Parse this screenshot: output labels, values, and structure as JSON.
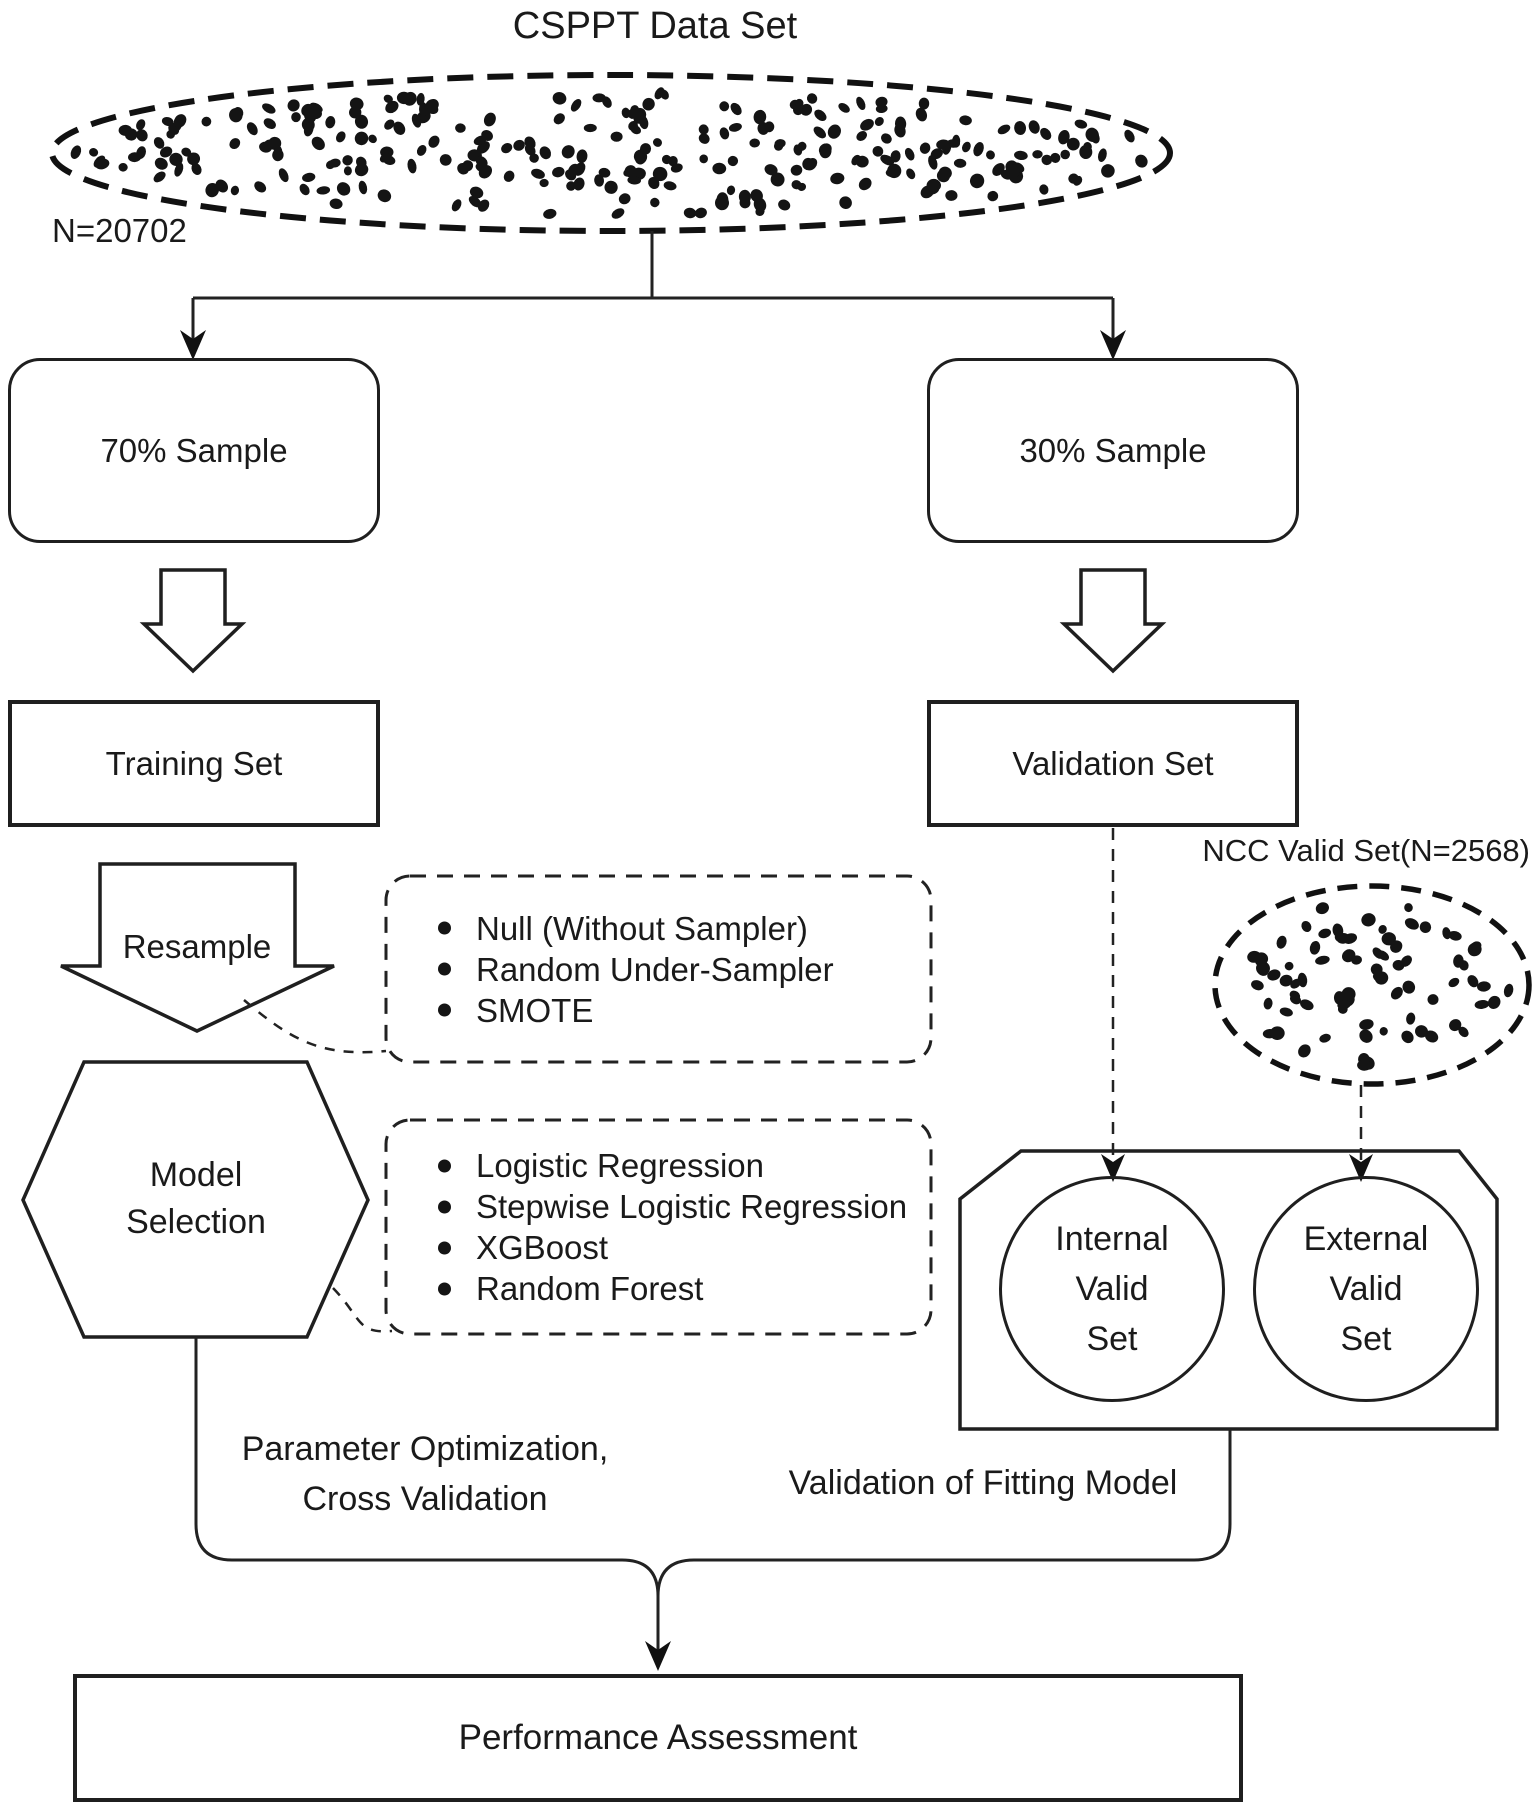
{
  "title": "CSPPT Data Set",
  "dataset": {
    "size_label": "N=20702"
  },
  "split": {
    "left": {
      "sample": "70% Sample",
      "set": "Training Set"
    },
    "right": {
      "sample": "30% Sample",
      "set": "Validation Set"
    }
  },
  "resample": {
    "label": "Resample"
  },
  "samplers": {
    "items": [
      "Null (Without Sampler)",
      "Random Under-Sampler",
      "SMOTE"
    ]
  },
  "model_selection": {
    "label": "Model\nSelection"
  },
  "models": {
    "items": [
      "Logistic Regression",
      "Stepwise Logistic Regression",
      "XGBoost",
      "Random Forest"
    ]
  },
  "ncc": {
    "label": "NCC Valid Set(N=2568)"
  },
  "valid_container": {
    "internal": {
      "label": "Internal\nValid\nSet"
    },
    "external": {
      "label": "External\nValid\nSet"
    }
  },
  "annotations": {
    "left": "Parameter Optimization,\nCross Validation",
    "right": "Validation of Fitting Model"
  },
  "performance": {
    "label": "Performance Assessment"
  },
  "colors": {
    "ink": "#1a1a1a",
    "background": "#ffffff"
  }
}
